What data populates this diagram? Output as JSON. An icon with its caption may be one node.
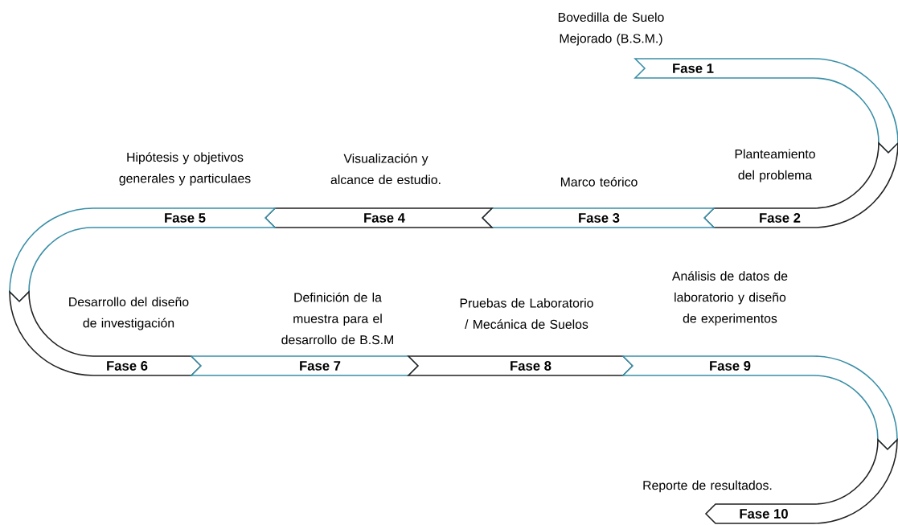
{
  "diagram": {
    "nodes": [
      {
        "text": [
          "Fase 1"
        ],
        "beside": [
          "Bovedilla de Suelo Mejorado (B.S.M.)"
        ]
      },
      {
        "text": [
          "Fase 2"
        ],
        "beside": [
          "Planteamiento del problema"
        ]
      },
      {
        "text": [
          "Fase 3"
        ],
        "beside": [
          "Marco teórico"
        ]
      },
      {
        "text": [
          "Fase 4"
        ],
        "beside": [
          "Visualización y alcance de estudio."
        ]
      },
      {
        "text": [
          "Fase 5"
        ],
        "beside": [
          "Hipótesis y objetivos generales y particulaes"
        ]
      },
      {
        "text": [
          "Fase 6"
        ],
        "beside": [
          "Desarrollo del diseño de investigación"
        ]
      },
      {
        "text": [
          "Fase 7"
        ],
        "beside": [
          "Definición de la muestra para el desarrollo de B.S.M"
        ]
      },
      {
        "text": [
          "Fase 8"
        ],
        "beside": [
          "Pruebas de Laboratorio / Mecánica de Suelos"
        ]
      },
      {
        "text": [
          "Fase 9"
        ],
        "beside": [
          "Análisis de datos de laboratorio y diseño de experimentos"
        ]
      },
      {
        "text": [
          "Fase 10"
        ],
        "beside": [
          "Reporte de resultados."
        ]
      }
    ]
  }
}
